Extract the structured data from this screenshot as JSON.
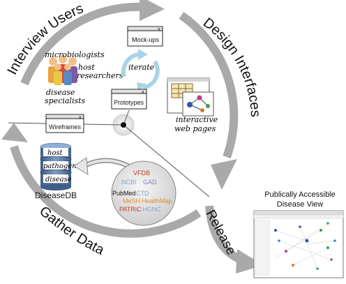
{
  "phases": {
    "interview_users": "Interview Users",
    "design_interfaces": "Design Interfaces",
    "gather_data": "Gather Data",
    "release": "Release"
  },
  "users": {
    "microbiologists": "microbiologists",
    "host_researchers": [
      "host",
      "researchers"
    ],
    "disease_specialists": [
      "disease",
      "specialists"
    ]
  },
  "windows": {
    "mockups": "Mock-ups",
    "prototypes": "Prototypes",
    "wireframes": "Wireframes",
    "close_glyph": "x"
  },
  "iterate_label": "iterate",
  "interactive_web_pages": [
    "interactive",
    "web pages"
  ],
  "database": {
    "layers": [
      "host",
      "pathogen",
      "disease"
    ],
    "name": "DiseaseDB"
  },
  "data_sources": [
    {
      "name": "VFDB",
      "color": "#c0392b"
    },
    {
      "name": "NCBI",
      "color": "#8aa3c8"
    },
    {
      "name": "GAD",
      "color": "#8a7fc0"
    },
    {
      "name": "PubMed",
      "color": "#111111"
    },
    {
      "name": "CTD",
      "color": "#8aa3c8"
    },
    {
      "name": "MeSH",
      "color": "#e08a2a"
    },
    {
      "name": "HealthMap",
      "color": "#e08a2a"
    },
    {
      "name": "PATRIC",
      "color": "#c0392b"
    },
    {
      "name": "HGNC",
      "color": "#8aa3c8"
    }
  ],
  "public_view": {
    "title_lines": [
      "Publically Accessible",
      "Disease View"
    ]
  },
  "colors": {
    "ring": "#a9a9a9",
    "iterate_arrows": "#a9d3e6",
    "db_fill": "#5d7fa6",
    "db_label_bg": "#ffffff"
  },
  "icons": [
    "people-group-icon",
    "database-icon",
    "grid-window-icon",
    "network-graph-icon",
    "close-icon"
  ]
}
